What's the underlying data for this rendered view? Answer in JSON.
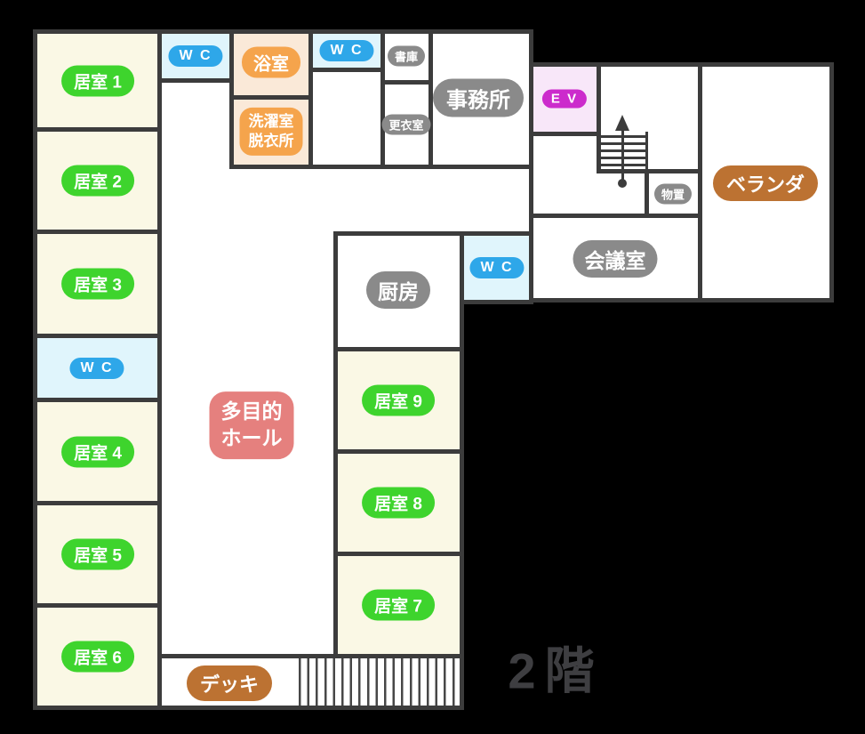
{
  "floor": {
    "label": "2階"
  },
  "staircase": {
    "arrow_direction": "up"
  },
  "colors": {
    "background": "#000000",
    "wall": "#3C3C3C",
    "room_white": "#FFFFFF",
    "room_cream": "#FAF8E5",
    "room_cyan": "#E0F5FC",
    "room_orange": "#FAE9D8",
    "room_lavender": "#F8E7F9",
    "pill_green": "#3ED42D",
    "pill_blue": "#2EA7E9",
    "pill_orange": "#F5A44C",
    "pill_magenta": "#CC2BCC",
    "pill_gray": "#8A8A8A",
    "pill_salmon": "#E5807E",
    "pill_brown": "#BC7232",
    "floor_label_color": "#3E3E41"
  },
  "rooms": {
    "kyoshitsu1": {
      "label": "居室 1"
    },
    "kyoshitsu2": {
      "label": "居室 2"
    },
    "kyoshitsu3": {
      "label": "居室 3"
    },
    "kyoshitsu4": {
      "label": "居室 4"
    },
    "kyoshitsu5": {
      "label": "居室 5"
    },
    "kyoshitsu6": {
      "label": "居室 6"
    },
    "kyoshitsu7": {
      "label": "居室 7"
    },
    "kyoshitsu8": {
      "label": "居室 8"
    },
    "kyoshitsu9": {
      "label": "居室 9"
    },
    "wc_left": {
      "label": "W C"
    },
    "wc_top": {
      "label": "W C"
    },
    "wc_upper": {
      "label": "W C"
    },
    "wc_center": {
      "label": "W C"
    },
    "yokushitsu": {
      "label": "浴室"
    },
    "sentaku_datsuijo": {
      "lines": [
        "洗濯室",
        "脱衣所"
      ]
    },
    "shoko": {
      "label": "書庫"
    },
    "koishitsu": {
      "label": "更衣室"
    },
    "jimusho": {
      "label": "事務所"
    },
    "ev": {
      "label": "E V"
    },
    "monooki": {
      "label": "物置"
    },
    "kaigishitsu": {
      "label": "会議室"
    },
    "veranda": {
      "label": "ベランダ"
    },
    "chubo": {
      "label": "厨房"
    },
    "tamokuteki_hall": {
      "lines": [
        "多目的",
        "ホール"
      ]
    },
    "deck": {
      "label": "デッキ"
    }
  }
}
